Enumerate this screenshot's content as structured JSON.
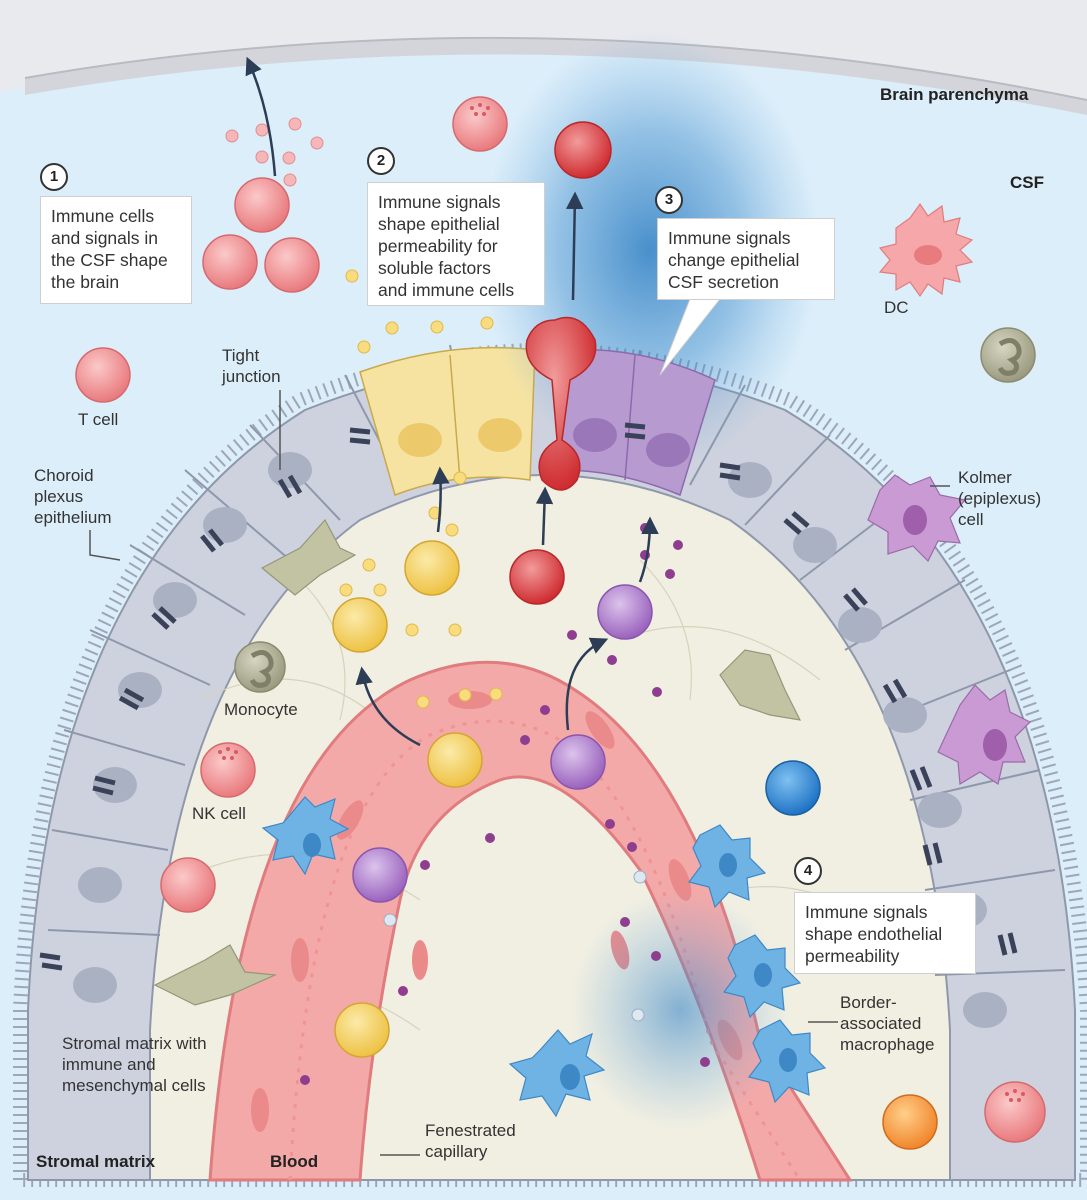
{
  "regions": {
    "brain_parenchyma": "Brain parenchyma",
    "csf": "CSF",
    "stromal_matrix": "Stromal matrix",
    "blood": "Blood"
  },
  "steps": [
    {
      "number": "1",
      "text": "Immune cells\nand signals in\nthe CSF shape\nthe brain"
    },
    {
      "number": "2",
      "text": "Immune signals\nshape epithelial\npermeability for\nsoluble factors\nand immune cells"
    },
    {
      "number": "3",
      "text": "Immune signals\nchange epithelial\nCSF secretion"
    },
    {
      "number": "4",
      "text": "Immune signals\nshape endothelial\npermeability"
    }
  ],
  "labels": {
    "tight_junction": "Tight\njunction",
    "t_cell": "T cell",
    "choroid_plexus_epithelium": "Choroid\nplexus\nepithelium",
    "monocyte": "Monocyte",
    "nk_cell": "NK cell",
    "stromal_matrix_cells": "Stromal matrix with\nimmune and\nmesenchymal cells",
    "fenestrated_capillary": "Fenestrated\ncapillary",
    "dc": "DC",
    "kolmer_cell": "Kolmer\n(epiplexus)\ncell",
    "border_associated_macrophage": "Border-\nassociated\nmacrophage"
  },
  "colors": {
    "parenchyma": "#dcdde2",
    "csf": "#dceefa",
    "stroma": "#f1efe2",
    "epithelium": "#cfd3de",
    "epithelium_yellow": "#f6e3a2",
    "epithelium_purple": "#b79ad0",
    "capillary": "#f4a9a9",
    "t_cell": "#ef8f92",
    "yellow_cell": "#f5d25a",
    "purple_cell": "#a673c4",
    "red_cell": "#d9393b",
    "macrophage": "#5ea8dd",
    "monocyte": "#b3b39a",
    "secretion_glow": "#2f7fc3"
  }
}
